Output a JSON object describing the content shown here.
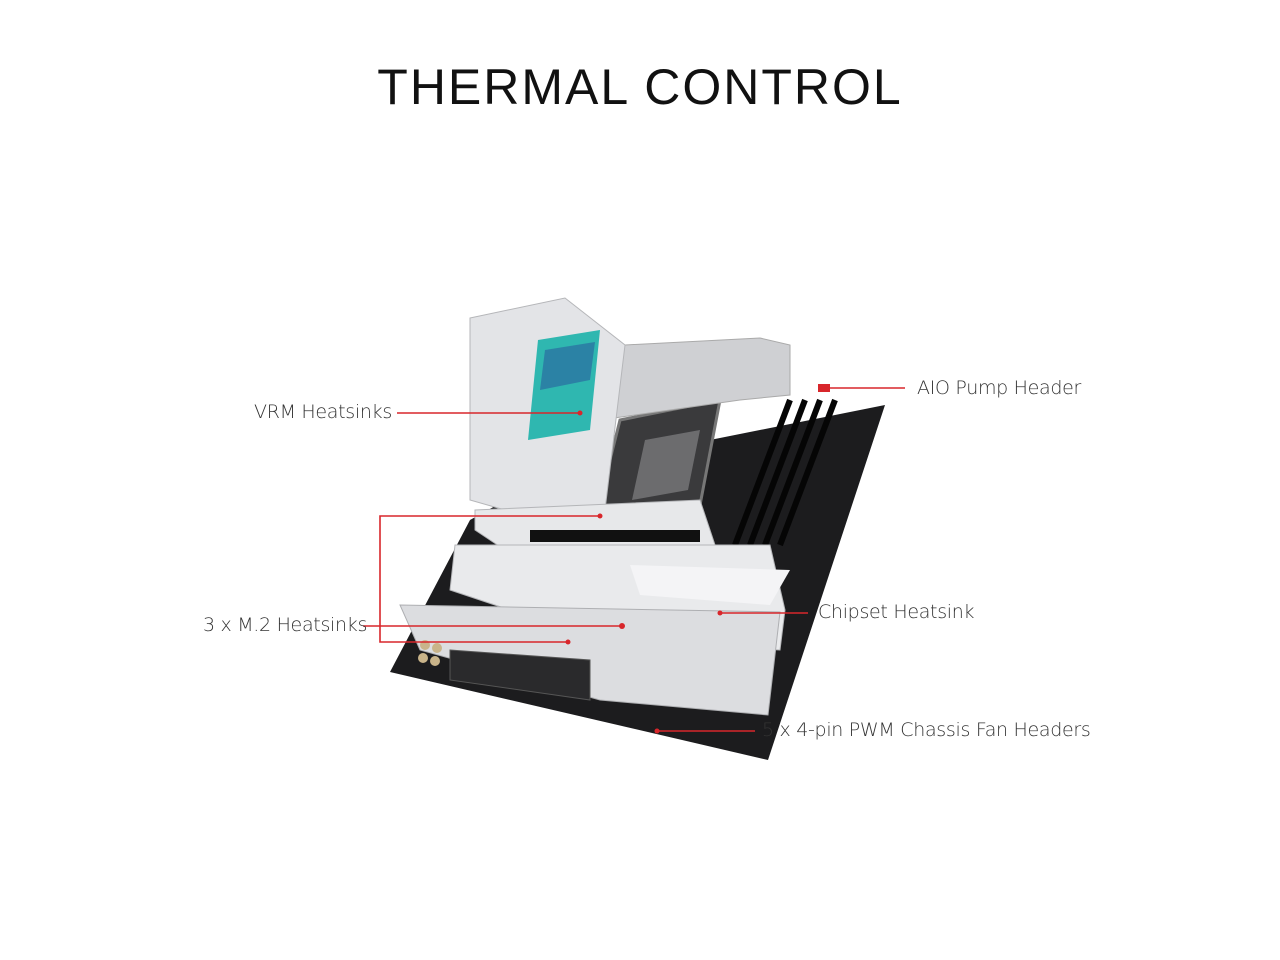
{
  "title": "THERMAL CONTROL",
  "callouts": {
    "vrm": "VRM Heatsinks",
    "aio": "AIO Pump Header",
    "m2": "3 x M.2 Heatsinks",
    "chipset": "Chipset Heatsink",
    "fan": "5 x 4-pin PWM Chassis Fan Headers"
  },
  "colors": {
    "callout_line": "#d8262b",
    "board": "#1c1c1e",
    "heatsink": "#dcdde0",
    "logo_accent": "#2fb7b0"
  }
}
